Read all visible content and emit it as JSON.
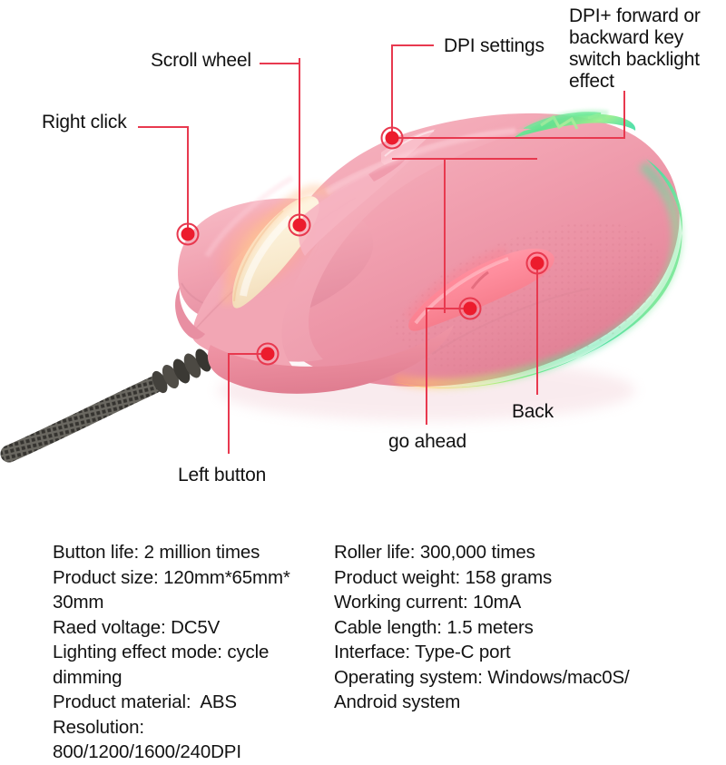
{
  "product": {
    "type": "wired-gaming-mouse",
    "body_color": "#f2a0b0",
    "accent_color": "#e8415a",
    "rgb_colors": [
      "#4fe08a",
      "#9ef08d",
      "#ff5d6e",
      "#ffd36b"
    ],
    "scroll_wheel_color": "#fbf2e0"
  },
  "callouts": [
    {
      "id": "scroll-wheel",
      "label": "Scroll wheel"
    },
    {
      "id": "right-click",
      "label": "Right click"
    },
    {
      "id": "dpi-settings",
      "label": "DPI settings"
    },
    {
      "id": "dpi-backlight",
      "label": "DPI+ forward or backward key switch backlight effect"
    },
    {
      "id": "left-button",
      "label": "Left button"
    },
    {
      "id": "go-ahead",
      "label": "go ahead"
    },
    {
      "id": "back",
      "label": "Back"
    }
  ],
  "specs": {
    "left_column": [
      "Button life: 2 million times",
      "Product size: 120mm*65mm* 30mm",
      "Raed voltage: DC5V",
      "Lighting effect mode: cycle dimming",
      "Product material:  ABS",
      "Resolution: 800/1200/1600/240DPI"
    ],
    "right_column": [
      "Roller life: 300,000 times",
      "Product weight: 158 grams",
      "Working current: 10mA",
      "Cable length: 1.5 meters",
      "Interface: Type-C port",
      "Operating system: Windows/mac0S/",
      "Android system"
    ]
  }
}
